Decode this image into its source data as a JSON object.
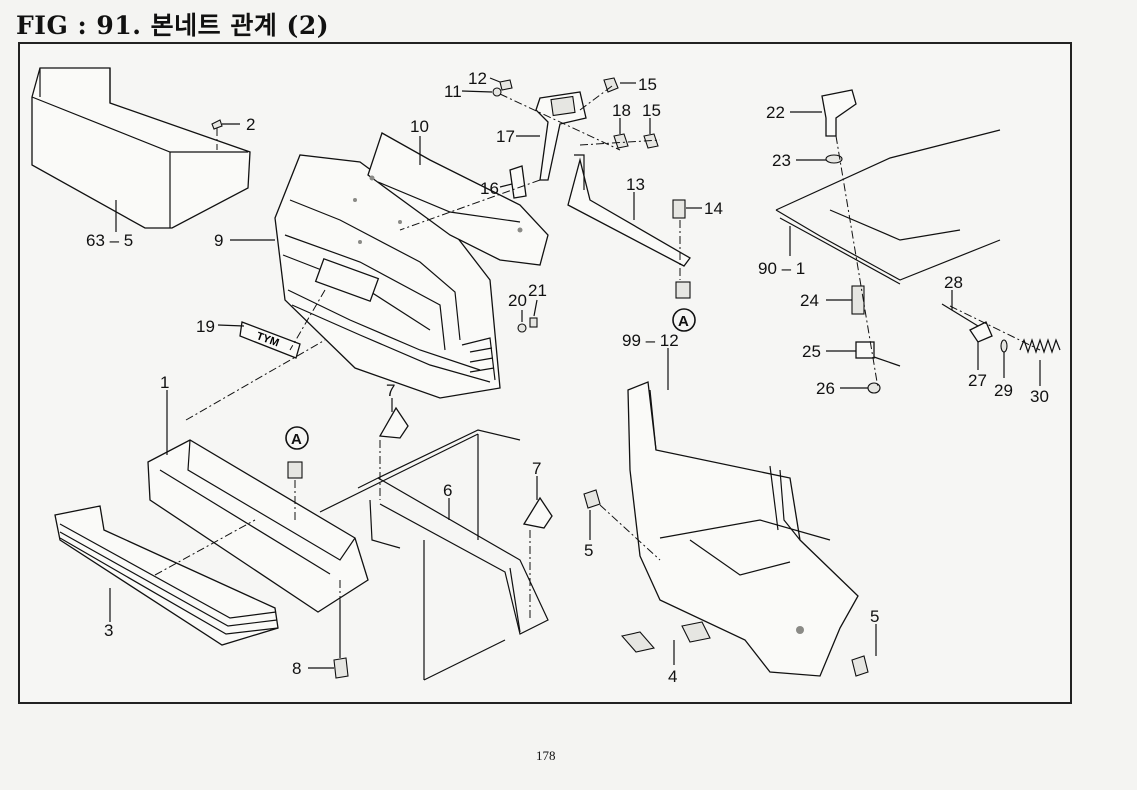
{
  "header": {
    "title": "FIG : 91.  본네트 관계 (2)"
  },
  "footer": {
    "page_number": "178"
  },
  "callouts": {
    "ref_mark": "A"
  },
  "parts": {
    "p63_5": "63 – 5",
    "p2": "2",
    "p9": "9",
    "p10": "10",
    "p11": "11",
    "p12": "12",
    "p15a": "15",
    "p15b": "15",
    "p16": "16",
    "p17": "17",
    "p18": "18",
    "p13": "13",
    "p14": "14",
    "p19": "19",
    "p20": "20",
    "p21": "21",
    "p1": "1",
    "p3": "3",
    "p7a": "7",
    "p7b": "7",
    "p6": "6",
    "p8": "8",
    "p5a": "5",
    "p5b": "5",
    "p4": "4",
    "p99_12": "99 – 12",
    "p22": "22",
    "p23": "23",
    "p90_1": "90 – 1",
    "p24": "24",
    "p25": "25",
    "p26": "26",
    "p27": "27",
    "p28": "28",
    "p29": "29",
    "p30": "30"
  },
  "embossed_text": {
    "grille_badge": "TYM"
  }
}
